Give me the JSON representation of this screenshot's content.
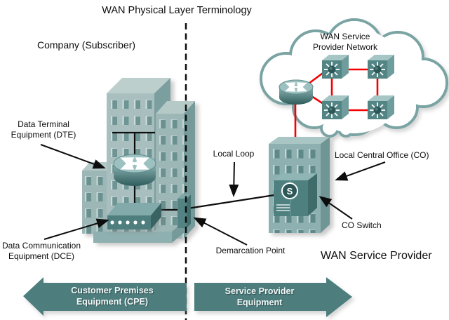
{
  "title": "WAN Physical Layer Terminology",
  "sections": {
    "company": "Company (Subscriber)",
    "wan_provider": "WAN Service Provider"
  },
  "cloud": {
    "line1": "WAN Service",
    "line2": "Provider Network"
  },
  "labels": {
    "dte": {
      "line1": "Data Terminal",
      "line2": "Equipment (DTE)"
    },
    "dce": {
      "line1": "Data Communication",
      "line2": "Equipment (DCE)"
    },
    "local_loop": "Local Loop",
    "demarcation_point": "Demarcation Point",
    "central_office": "Local Central Office (CO)",
    "co_switch": "CO Switch"
  },
  "flow_arrows": {
    "cpe": {
      "line1": "Customer Premises",
      "line2": "Equipment (CPE)"
    },
    "spe": {
      "line1": "Service Provider",
      "line2": "Equipment"
    }
  },
  "devices": {
    "co_switch_letter": "S",
    "dte_device": "router",
    "dce_device": "modem/CSU-DSU",
    "cloud_nodes": [
      "router",
      "wan-switch",
      "wan-switch",
      "wan-switch",
      "wan-switch"
    ]
  },
  "colors": {
    "accent_teal_dark": "#4d7d7d",
    "building_face": "#a9bfbf",
    "building_side": "#7b9e9e",
    "co_building_face": "#8fb0b0",
    "link_red": "#f40000",
    "cloud_stroke": "#7aa3a3",
    "text_black": "#0d0d0d",
    "arrow_text_white": "#f2f7f7"
  }
}
